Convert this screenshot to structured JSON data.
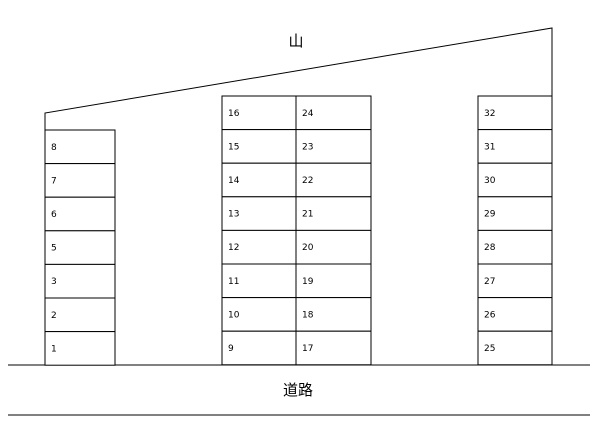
{
  "labels": {
    "mountain": "山",
    "road": "道路"
  },
  "left_column": [
    "8",
    "7",
    "6",
    "5",
    "3",
    "2",
    "1"
  ],
  "middle_column_a": [
    "16",
    "15",
    "14",
    "13",
    "12",
    "11",
    "10",
    "9"
  ],
  "middle_column_b": [
    "24",
    "23",
    "22",
    "21",
    "20",
    "19",
    "18",
    "17"
  ],
  "right_column": [
    "32",
    "31",
    "30",
    "29",
    "28",
    "27",
    "26",
    "25"
  ]
}
